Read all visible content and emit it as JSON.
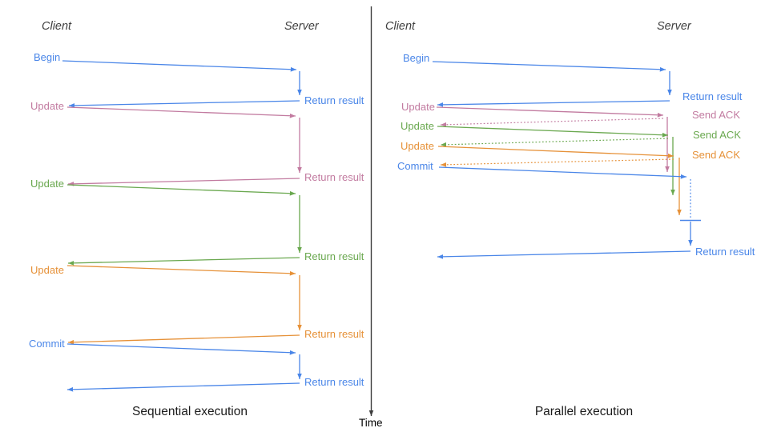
{
  "colors": {
    "blue": "#4a86e8",
    "pink": "#c27ba0",
    "green": "#6aa84f",
    "orange": "#e69138",
    "axis": "#3d3d3d",
    "heading": "#3f3f3f",
    "caption": "#1a1a1a",
    "time_label": "#000000"
  },
  "time_axis": {
    "label": "Time"
  },
  "left": {
    "caption": "Sequential execution",
    "client_label": "Client",
    "server_label": "Server",
    "messages": [
      {
        "request": "Begin",
        "response": "Return result"
      },
      {
        "request": "Update",
        "response": "Return result"
      },
      {
        "request": "Update",
        "response": "Return result"
      },
      {
        "request": "Update",
        "response": "Return result"
      },
      {
        "request": "Commit",
        "response": "Return result"
      }
    ]
  },
  "right": {
    "caption": "Parallel execution",
    "client_label": "Client",
    "server_label": "Server",
    "messages": [
      {
        "request": "Begin",
        "response": "Return result"
      },
      {
        "request": "Update",
        "response": "Send ACK"
      },
      {
        "request": "Update",
        "response": "Send ACK"
      },
      {
        "request": "Update",
        "response": "Send ACK"
      },
      {
        "request": "Commit",
        "response": "Return result"
      }
    ]
  }
}
